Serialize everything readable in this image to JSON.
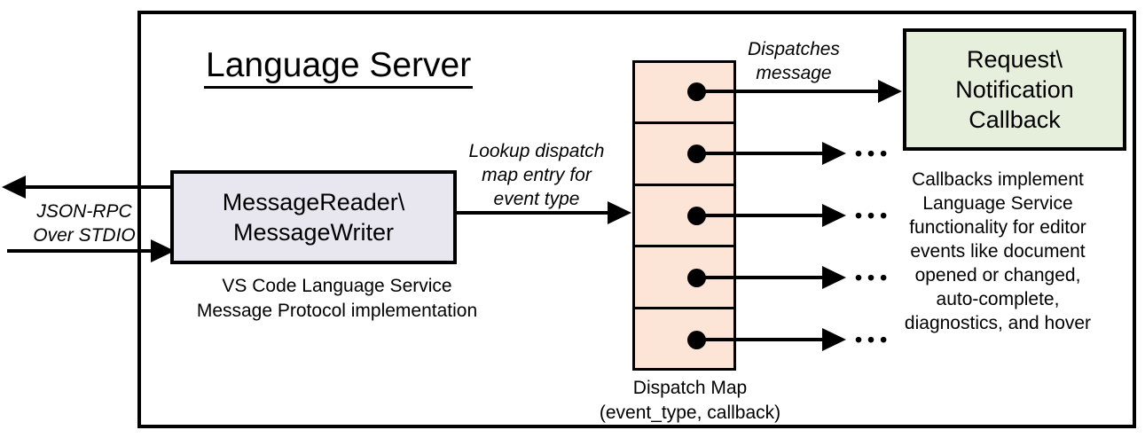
{
  "title": "Language Server",
  "colors": {
    "line": "#000000",
    "reader_fill": "#e8e7f0",
    "map_fill": "#fce5d6",
    "callback_fill": "#e5efdc"
  },
  "nodes": {
    "reader": {
      "label_lines": [
        "MessageReader\\",
        "MessageWriter"
      ],
      "caption_lines": [
        "VS Code Language Service",
        "Message Protocol implementation"
      ]
    },
    "dispatch_map": {
      "cell_count": 5,
      "caption_lines": [
        "Dispatch Map",
        "(event_type, callback)"
      ]
    },
    "callback": {
      "label_lines": [
        "Request\\",
        "Notification",
        "Callback"
      ],
      "caption_lines": [
        "Callbacks implement",
        "Language Service",
        "functionality for editor",
        "events like document",
        "opened or changed,",
        "auto-complete,",
        "diagnostics, and hover"
      ]
    }
  },
  "labels": {
    "json_rpc_lines": [
      "JSON-RPC",
      "Over STDIO"
    ],
    "lookup_lines": [
      "Lookup dispatch",
      "map entry for",
      "event type"
    ],
    "dispatches_lines": [
      "Dispatches",
      "message"
    ],
    "ellipsis": "•••"
  }
}
